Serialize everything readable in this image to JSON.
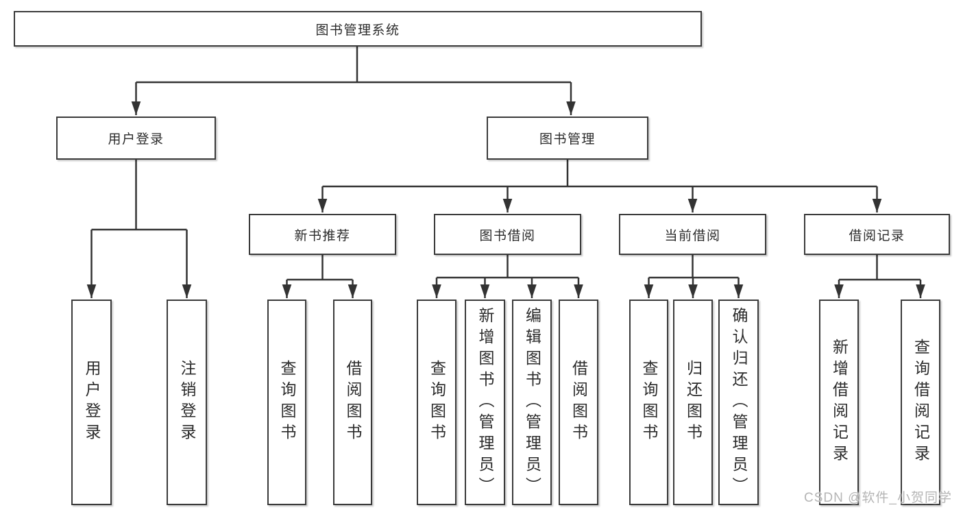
{
  "tree": {
    "label": "图书管理系统",
    "children": [
      {
        "label": "用户登录",
        "children": [
          {
            "label": "用户登录"
          },
          {
            "label": "注销登录"
          }
        ]
      },
      {
        "label": "图书管理",
        "children": [
          {
            "label": "新书推荐",
            "children": [
              {
                "label": "查询图书"
              },
              {
                "label": "借阅图书"
              }
            ]
          },
          {
            "label": "图书借阅",
            "children": [
              {
                "label": "查询图书"
              },
              {
                "label": "新增图书（管理员）"
              },
              {
                "label": "编辑图书（管理员）"
              },
              {
                "label": "借阅图书"
              }
            ]
          },
          {
            "label": "当前借阅",
            "children": [
              {
                "label": "查询图书"
              },
              {
                "label": "归还图书"
              },
              {
                "label": "确认归还（管理员）"
              }
            ]
          },
          {
            "label": "借阅记录",
            "children": [
              {
                "label": "新增借阅记录"
              },
              {
                "label": "查询借阅记录"
              }
            ]
          }
        ]
      }
    ]
  },
  "watermark": "CSDN @软件_小贺同学",
  "colors": {
    "line": "#333333",
    "box_border": "#3a3a3a",
    "text": "#2b2b2b",
    "watermark": "#b5b5b5",
    "background": "#ffffff"
  }
}
